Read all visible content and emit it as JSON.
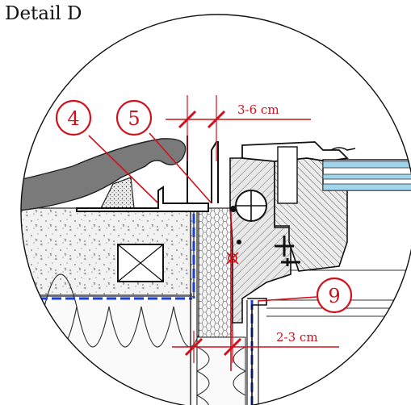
{
  "title": "Detail D",
  "callouts": {
    "c4": "4",
    "c5": "5",
    "c9": "9"
  },
  "dimensions": {
    "upper": "3-6 cm",
    "lower": "2-3 cm"
  },
  "colors": {
    "annotation_red": "#d0101a",
    "membrane_blue": "#1a3fd6",
    "glass_blue": "#9fd6ee"
  }
}
